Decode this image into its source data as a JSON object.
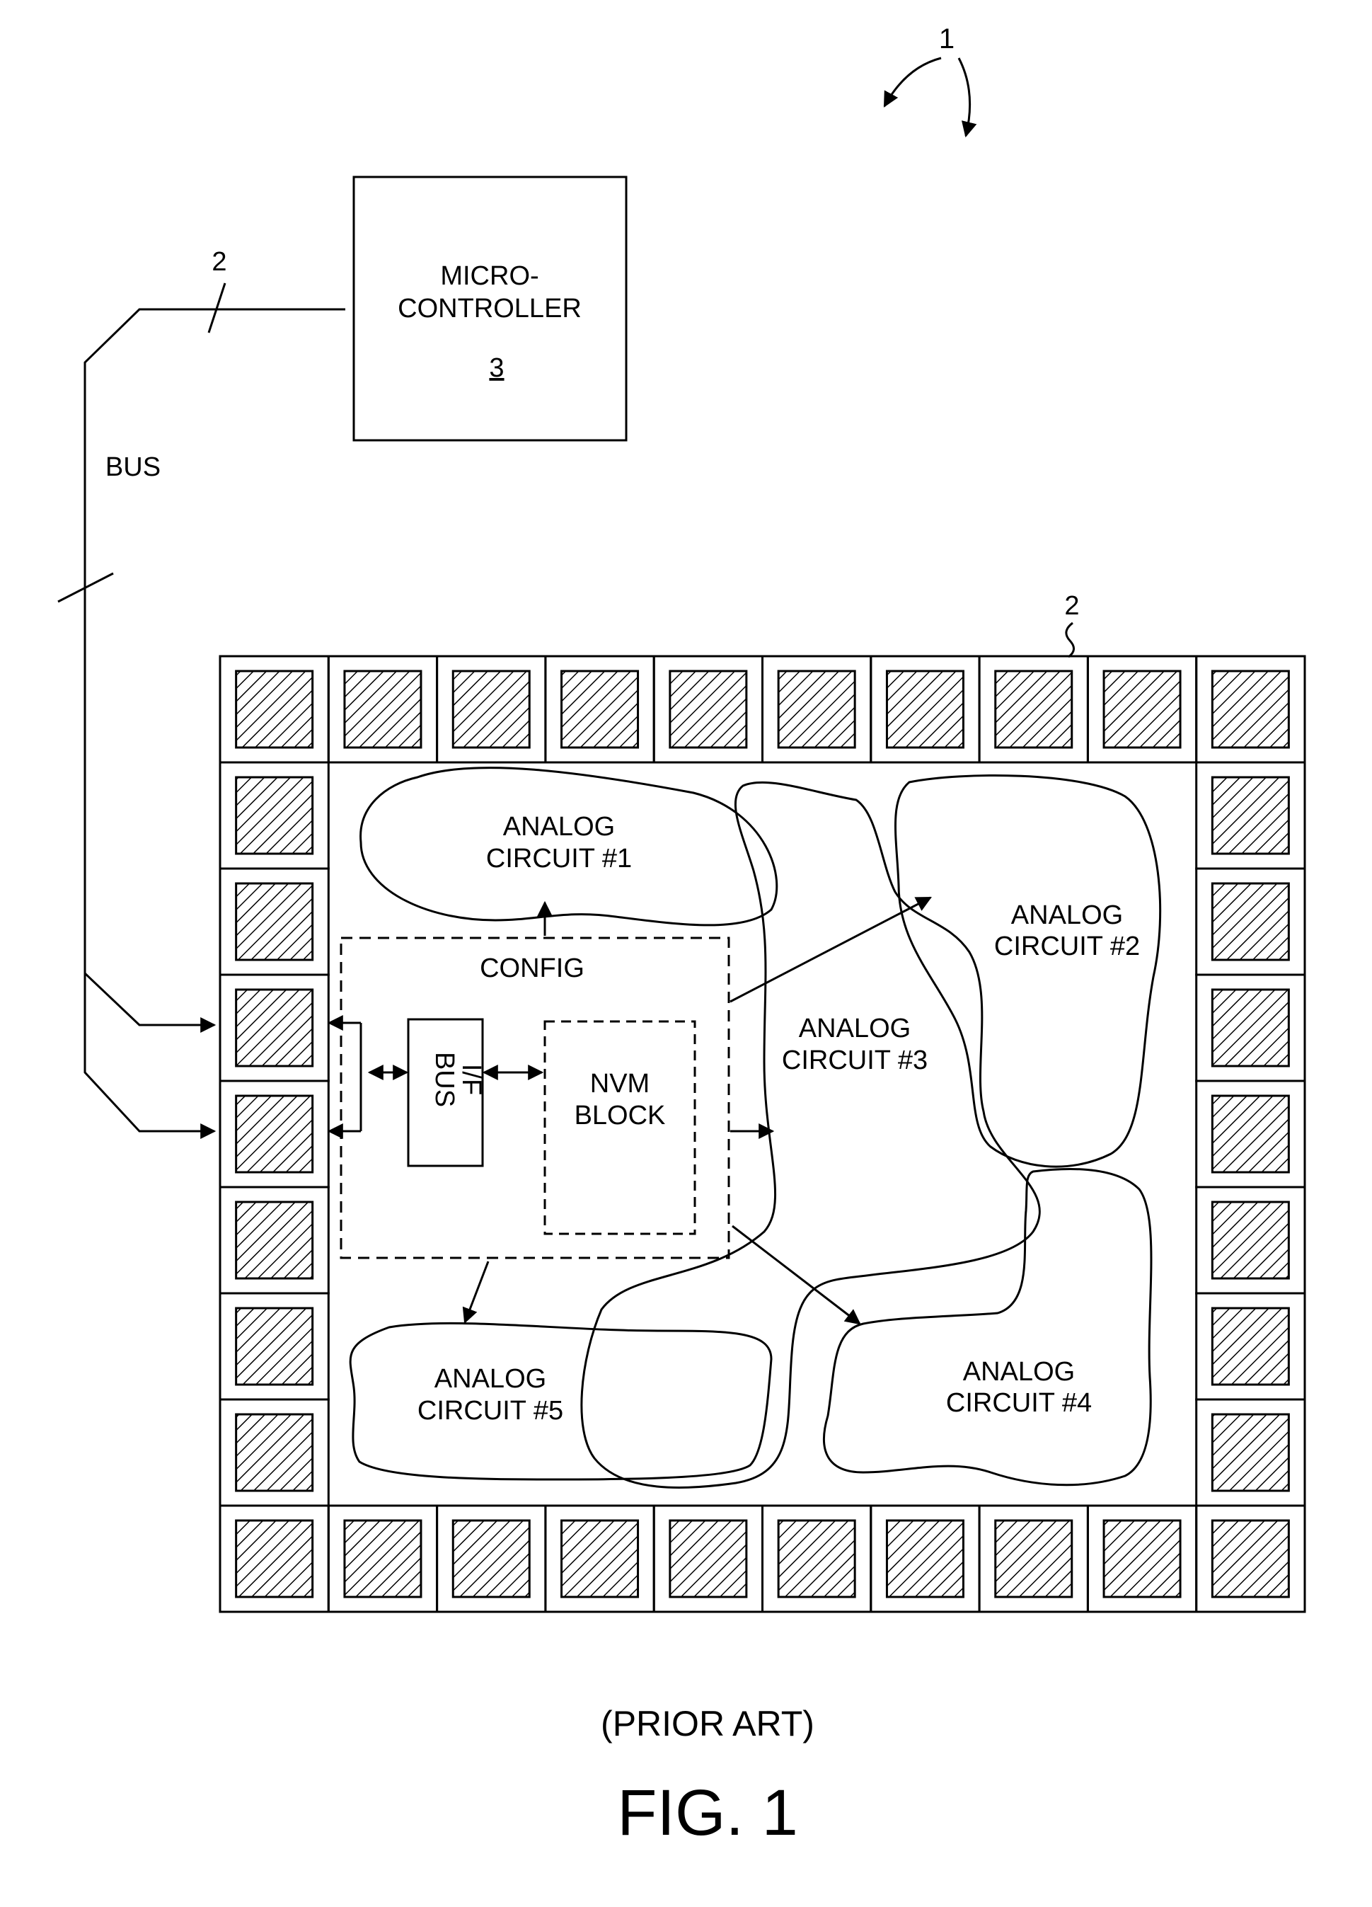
{
  "labels": {
    "ref_system": "1",
    "ref_bus_width": "2",
    "ref_chip": "2",
    "bus": "BUS",
    "microcontroller_line1": "MICRO-",
    "microcontroller_line2": "CONTROLLER",
    "microcontroller_ref": "3",
    "analog1_line1": "ANALOG",
    "analog1_line2": "CIRCUIT #1",
    "analog2_line1": "ANALOG",
    "analog2_line2": "CIRCUIT #2",
    "analog3_line1": "ANALOG",
    "analog3_line2": "CIRCUIT #3",
    "analog4_line1": "ANALOG",
    "analog4_line2": "CIRCUIT #4",
    "analog5_line1": "ANALOG",
    "analog5_line2": "CIRCUIT #5",
    "config": "CONFIG",
    "bus_if_line1": "BUS",
    "bus_if_line2": "I/F",
    "nvm_line1": "NVM",
    "nvm_line2": "BLOCK",
    "prior_art": "(PRIOR ART)",
    "figure": "FIG. 1"
  }
}
